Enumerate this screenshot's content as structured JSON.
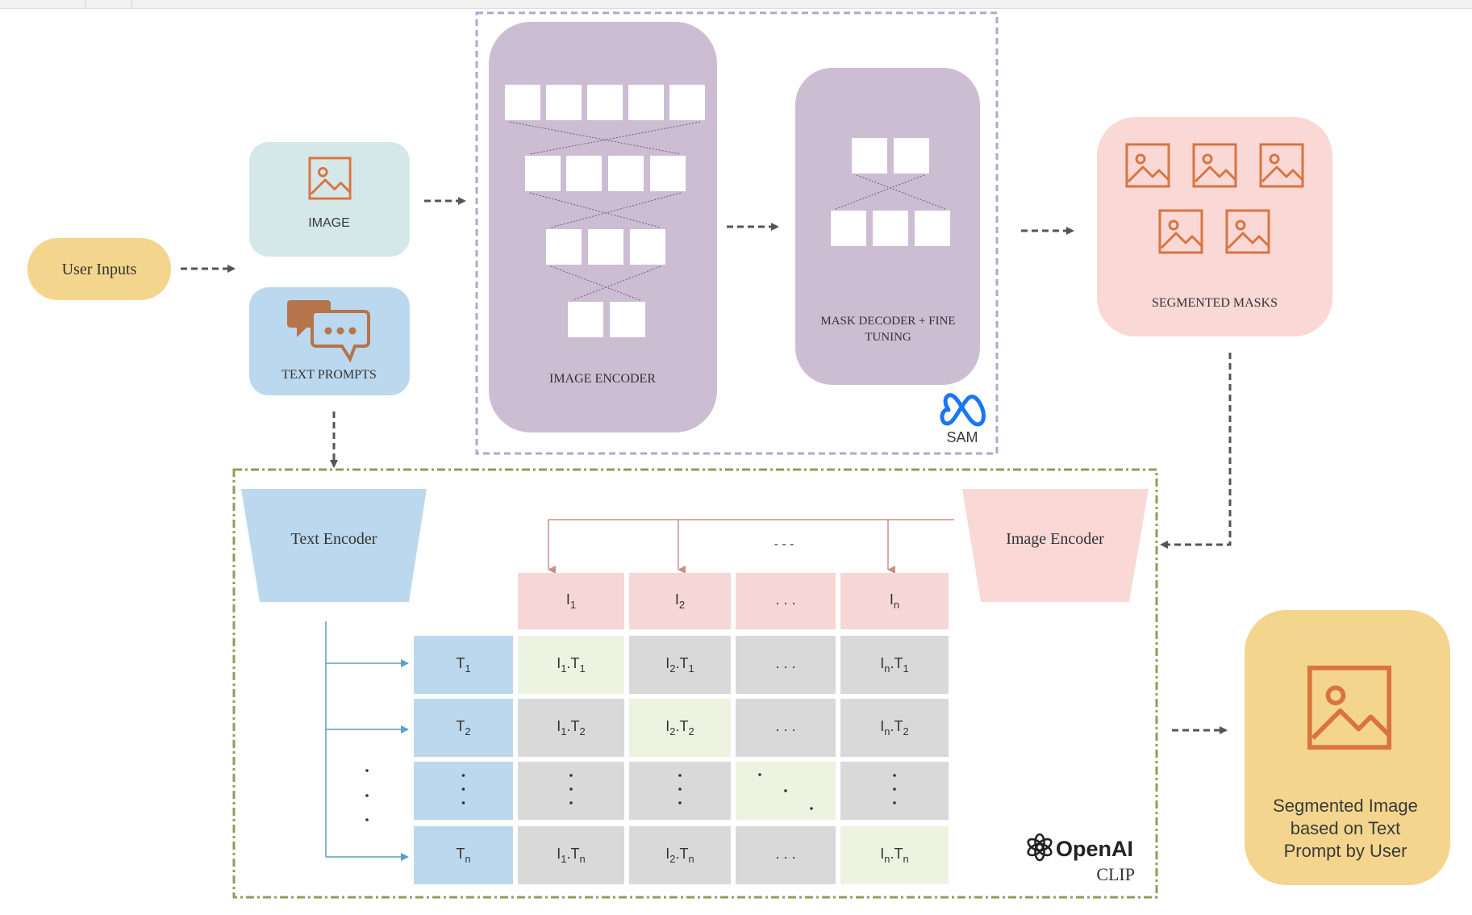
{
  "user_inputs": "User Inputs",
  "image_label": "IMAGE",
  "text_prompts_label": "TEXT PROMPTS",
  "image_encoder_label": "IMAGE ENCODER",
  "mask_decoder_line1": "MASK DECODER + FINE",
  "mask_decoder_line2": "TUNING",
  "sam_label": "SAM",
  "segmented_masks_label": "SEGMENTED MASKS",
  "clip": {
    "text_encoder": "Text Encoder",
    "image_encoder": "Image Encoder",
    "ellipsis_top": "- - -",
    "openai_label": "OpenAI",
    "clip_label": "CLIP",
    "matrix": {
      "header": [
        {
          "b": "I",
          "s": "1"
        },
        {
          "b": "I",
          "s": "2"
        },
        {
          "b": ". . .",
          "s": ""
        },
        {
          "b": "I",
          "s": "n"
        }
      ],
      "rows": [
        {
          "label": {
            "b": "T",
            "s": "1"
          },
          "cells": [
            [
              {
                "b": "I",
                "s": "1"
              },
              {
                "b": ".T",
                "s": "1"
              }
            ],
            [
              {
                "b": "I",
                "s": "2"
              },
              {
                "b": ".T",
                "s": "1"
              }
            ],
            [
              {
                "b": ". . .",
                "s": ""
              }
            ],
            [
              {
                "b": "I",
                "s": "n"
              },
              {
                "b": ".T",
                "s": "1"
              }
            ]
          ]
        },
        {
          "label": {
            "b": "T",
            "s": "2"
          },
          "cells": [
            [
              {
                "b": "I",
                "s": "1"
              },
              {
                "b": ".T",
                "s": "2"
              }
            ],
            [
              {
                "b": "I",
                "s": "2"
              },
              {
                "b": ".T",
                "s": "2"
              }
            ],
            [
              {
                "b": ". . .",
                "s": ""
              }
            ],
            [
              {
                "b": "I",
                "s": "n"
              },
              {
                "b": ".T",
                "s": "2"
              }
            ]
          ]
        },
        {
          "label": {
            "b": ":",
            "s": ""
          },
          "cells": [
            [
              {
                "b": ":",
                "s": ""
              }
            ],
            [
              {
                "b": ":",
                "s": ""
              }
            ],
            [
              {
                "b": "diag",
                "s": ""
              }
            ],
            [
              {
                "b": ":",
                "s": ""
              }
            ]
          ]
        },
        {
          "label": {
            "b": "T",
            "s": "n"
          },
          "cells": [
            [
              {
                "b": "I",
                "s": "1"
              },
              {
                "b": ".T",
                "s": "n"
              }
            ],
            [
              {
                "b": "I",
                "s": "2"
              },
              {
                "b": ".T",
                "s": "n"
              }
            ],
            [
              {
                "b": ". . .",
                "s": ""
              }
            ],
            [
              {
                "b": "I",
                "s": "n"
              },
              {
                "b": ".T",
                "s": "n"
              }
            ]
          ]
        }
      ]
    }
  },
  "output_line1": "Segmented Image",
  "output_line2": "based on Text",
  "output_line3": "Prompt by User",
  "colors": {
    "user_inputs": "#f4d58d",
    "image_box": "#d4e8ea",
    "text_box": "#bcd8ee",
    "sam_block": "#cdbdd3",
    "masks_box": "#f9d8d6",
    "icon_orange": "#d9743f",
    "clip_border": "#8aa05a",
    "sam_border": "#b3a6cc",
    "header_pink": "#f6d7d6",
    "row_blue": "#bcd8ee",
    "diag_green": "#eef2e1",
    "cell_gray": "#d9d9d9",
    "output_box": "#f4d58d"
  }
}
